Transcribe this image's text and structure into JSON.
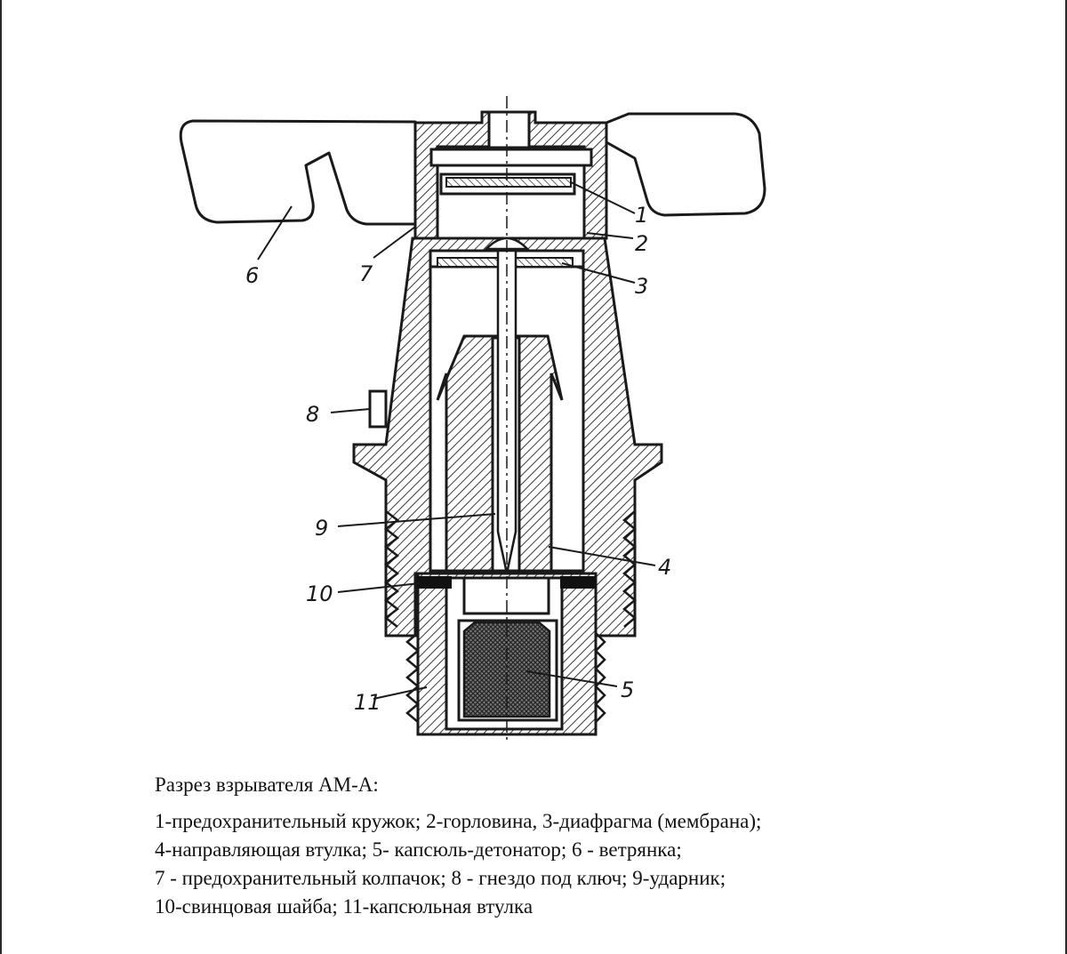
{
  "caption": {
    "title": "Разрез взрывателя АМ-А:",
    "lines": [
      "1-предохранительный кружок; 2-горловина, 3-диафрагма (мембрана);",
      "4-направляющая втулка; 5- капсюль-детонатор; 6 - ветрянка;",
      "7 - предохранительный колпачок; 8 - гнездо под ключ; 9-ударник;",
      "10-свинцовая шайба; 11-капсюльная втулка"
    ]
  },
  "callouts": [
    "1",
    "2",
    "3",
    "4",
    "5",
    "6",
    "7",
    "8",
    "9",
    "10",
    "11"
  ],
  "colors": {
    "ink": "#1a1a1a",
    "hatch": "#3a3a3a",
    "background": "#ffffff"
  }
}
